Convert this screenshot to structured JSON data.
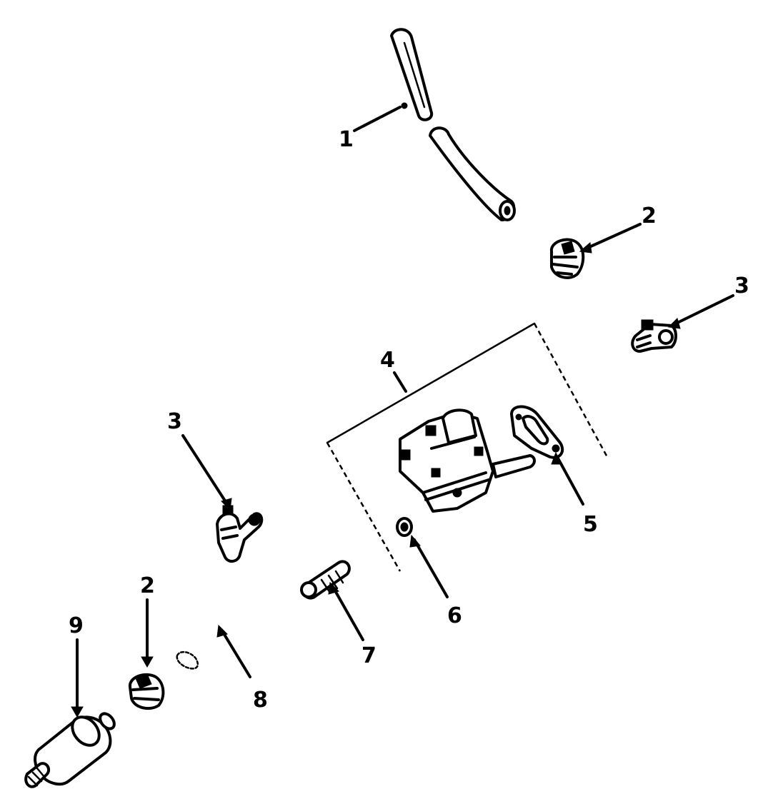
{
  "callouts": {
    "c1": "1",
    "c2a": "2",
    "c3a": "3",
    "c4": "4",
    "c3b": "3",
    "c5": "5",
    "c6": "6",
    "c2b": "2",
    "c9": "9",
    "c7": "7",
    "c8": "8"
  },
  "colors": {
    "ink": "#000000",
    "paper": "#ffffff"
  }
}
